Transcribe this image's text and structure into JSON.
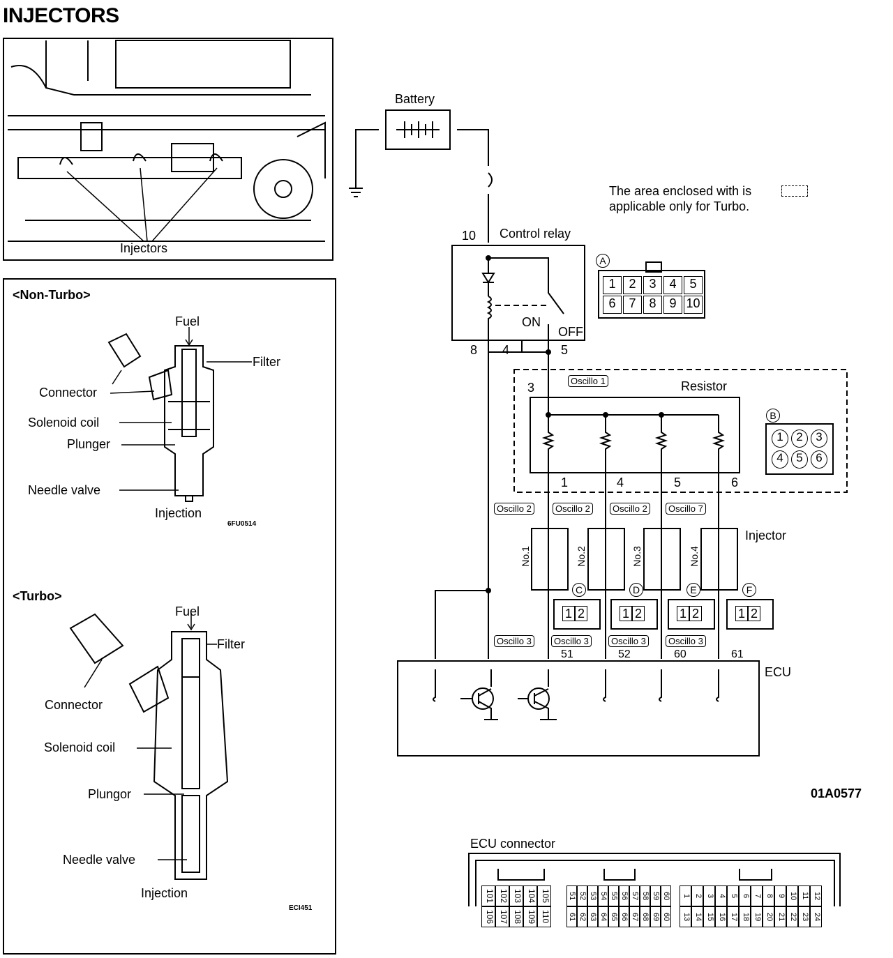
{
  "title": "INJECTORS",
  "engine_view": {
    "injectors_label": "Injectors"
  },
  "nonturbo": {
    "heading": "<Non-Turbo>",
    "fuel": "Fuel",
    "filter": "Filter",
    "connector": "Connector",
    "solenoid": "Solenoid coil",
    "plunger": "Plunger",
    "needle": "Needle valve",
    "injection": "Injection",
    "code": "6FU0514"
  },
  "turbo": {
    "heading": "<Turbo>",
    "fuel": "Fuel",
    "filter": "Filter",
    "connector": "Connector",
    "solenoid": "Solenoid coil",
    "plunger": "Plungor",
    "needle": "Needle valve",
    "injection": "Injection",
    "code": "ECI451"
  },
  "circuit": {
    "battery": "Battery",
    "control_relay": "Control relay",
    "relay_pins": [
      "10",
      "8",
      "4",
      "5"
    ],
    "on": "ON",
    "off": "OFF",
    "resistor": "Resistor",
    "resistor_pins": [
      "3",
      "1",
      "4",
      "5",
      "6"
    ],
    "note_line1": "The area enclosed with        is",
    "note_line2": "applicable only for Turbo.",
    "osc1": "Oscillo 1",
    "osc2": "Oscillo 2",
    "osc2b": "Oscillo 7",
    "osc3": "Oscillo 3",
    "injector": "Injector",
    "injector_nums": [
      "No.1",
      "No.2",
      "No.3",
      "No.4"
    ],
    "injector_pins": [
      "1",
      "2"
    ],
    "connector_letters": [
      "A",
      "B",
      "C",
      "D",
      "E",
      "F"
    ],
    "conn_a": [
      "1",
      "2",
      "3",
      "4",
      "5",
      "6",
      "7",
      "8",
      "9",
      "10"
    ],
    "conn_b": [
      "1",
      "2",
      "3",
      "4",
      "5",
      "6"
    ],
    "conn_pair": [
      "1",
      "2"
    ],
    "ecu": "ECU",
    "ecu_pins": [
      "51",
      "52",
      "60",
      "61"
    ],
    "diagram_code": "01A0577"
  },
  "ecu_connector": {
    "label": "ECU connector",
    "block1": [
      [
        "101",
        "102",
        "103",
        "104",
        "105"
      ],
      [
        "106",
        "107",
        "108",
        "109",
        "110"
      ]
    ],
    "block2": [
      [
        "51",
        "52",
        "53",
        "54",
        "55",
        "56",
        "57",
        "58",
        "59",
        "60"
      ],
      [
        "61",
        "62",
        "63",
        "64",
        "65",
        "66",
        "67",
        "68",
        "69",
        "60"
      ]
    ],
    "block3": [
      [
        "1",
        "2",
        "3",
        "4",
        "5",
        "6",
        "7",
        "8",
        "9",
        "10",
        "11",
        "12"
      ],
      [
        "13",
        "14",
        "15",
        "16",
        "17",
        "18",
        "19",
        "20",
        "21",
        "22",
        "23",
        "24"
      ]
    ]
  }
}
